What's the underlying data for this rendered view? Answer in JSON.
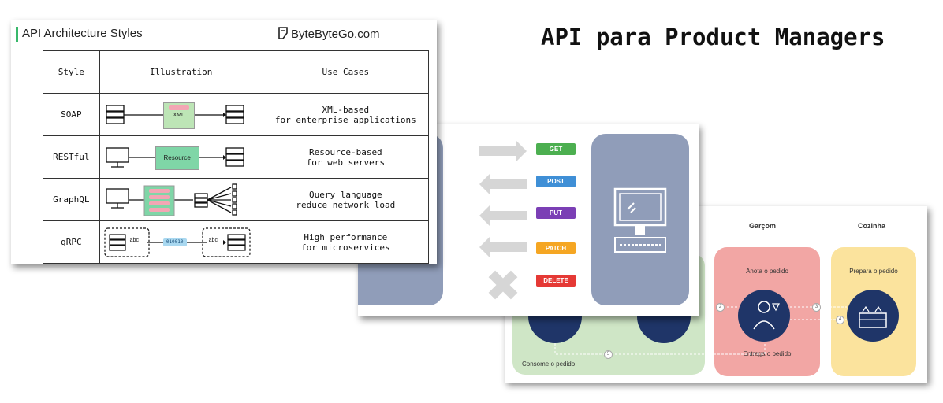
{
  "headline": "API para Product Managers",
  "api_styles": {
    "title": "API Architecture Styles",
    "brand": "ByteByteGo.com",
    "headers": {
      "style": "Style",
      "illustration": "Illustration",
      "use_cases": "Use Cases"
    },
    "rows": [
      {
        "style": "SOAP",
        "label": "XML",
        "use_line1": "XML-based",
        "use_line2": "for enterprise applications"
      },
      {
        "style": "RESTful",
        "label": "Resource",
        "use_line1": "Resource-based",
        "use_line2": "for web servers"
      },
      {
        "style": "GraphQL",
        "label": "",
        "use_line1": "Query language",
        "use_line2": "reduce network load"
      },
      {
        "style": "gRPC",
        "label": "010010",
        "sub_label": "abc",
        "use_line1": "High performance",
        "use_line2": "for microservices"
      }
    ]
  },
  "http_methods": {
    "methods": [
      {
        "label": "GET",
        "color": "#4caf50"
      },
      {
        "label": "POST",
        "color": "#3f8fd6"
      },
      {
        "label": "PUT",
        "color": "#7b3fb5"
      },
      {
        "label": "PATCH",
        "color": "#f5a623"
      },
      {
        "label": "DELETE",
        "color": "#e53935"
      }
    ]
  },
  "restaurant": {
    "waiter_title": "Garçom",
    "kitchen_title": "Cozinha",
    "waiter_top": "Anota o pedido",
    "waiter_bottom": "Entrega o pedido",
    "kitchen_top": "Prepara o pedido",
    "customer_bottom": "Consome o pedido",
    "steps": [
      "2",
      "3",
      "4",
      "5"
    ],
    "colors": {
      "green": "#cfe6c6",
      "red": "#f2a6a4",
      "yellow": "#fbe39d",
      "navy": "#1f3568"
    }
  }
}
